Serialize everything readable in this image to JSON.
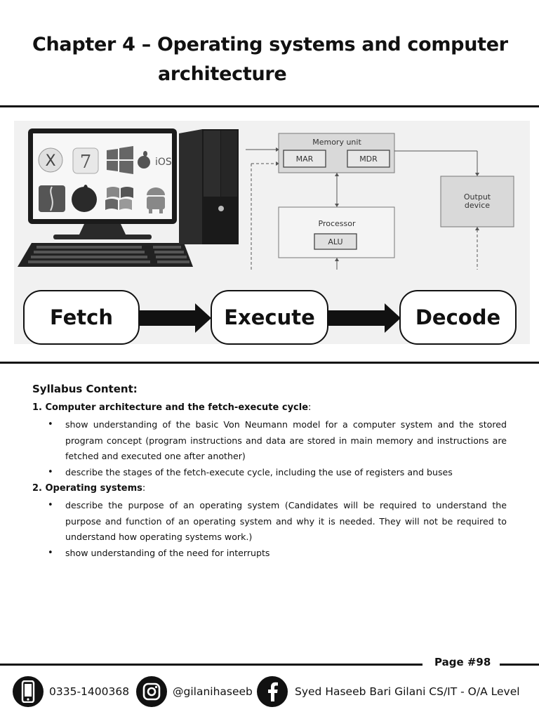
{
  "title": {
    "line1": "Chapter 4 – Operating systems and computer",
    "line2": "architecture"
  },
  "hero": {
    "os_logos": [
      "X",
      "7",
      "iOS"
    ],
    "diagram": {
      "memory_unit": "Memory unit",
      "mar": "MAR",
      "mdr": "MDR",
      "processor": "Processor",
      "alu": "ALU",
      "output_device_l1": "Output",
      "output_device_l2": "device"
    },
    "cycle": [
      "Fetch",
      "Execute",
      "Decode"
    ]
  },
  "syllabus": {
    "heading": "Syllabus Content:",
    "sections": [
      {
        "title": "1. Computer architecture and the fetch-execute cycle",
        "bullets": [
          "show understanding of the basic Von Neumann model for a computer system and the stored program concept (program instructions and data are stored in main memory and instructions are fetched and executed one after another)",
          "describe the stages of the fetch-execute cycle, including the use of registers and buses"
        ]
      },
      {
        "title": "2. Operating systems",
        "bullets": [
          "describe the purpose of an operating system (Candidates will be required to understand the purpose and function of an operating system and why it is needed. They will not be required to understand how operating systems work.)",
          "show understanding of the need for interrupts"
        ]
      }
    ]
  },
  "footer": {
    "page": "Page #98",
    "phone": "0335-1400368",
    "instagram": "@gilanihaseeb",
    "facebook": "Syed Haseeb Bari Gilani CS/IT - O/A Level"
  }
}
